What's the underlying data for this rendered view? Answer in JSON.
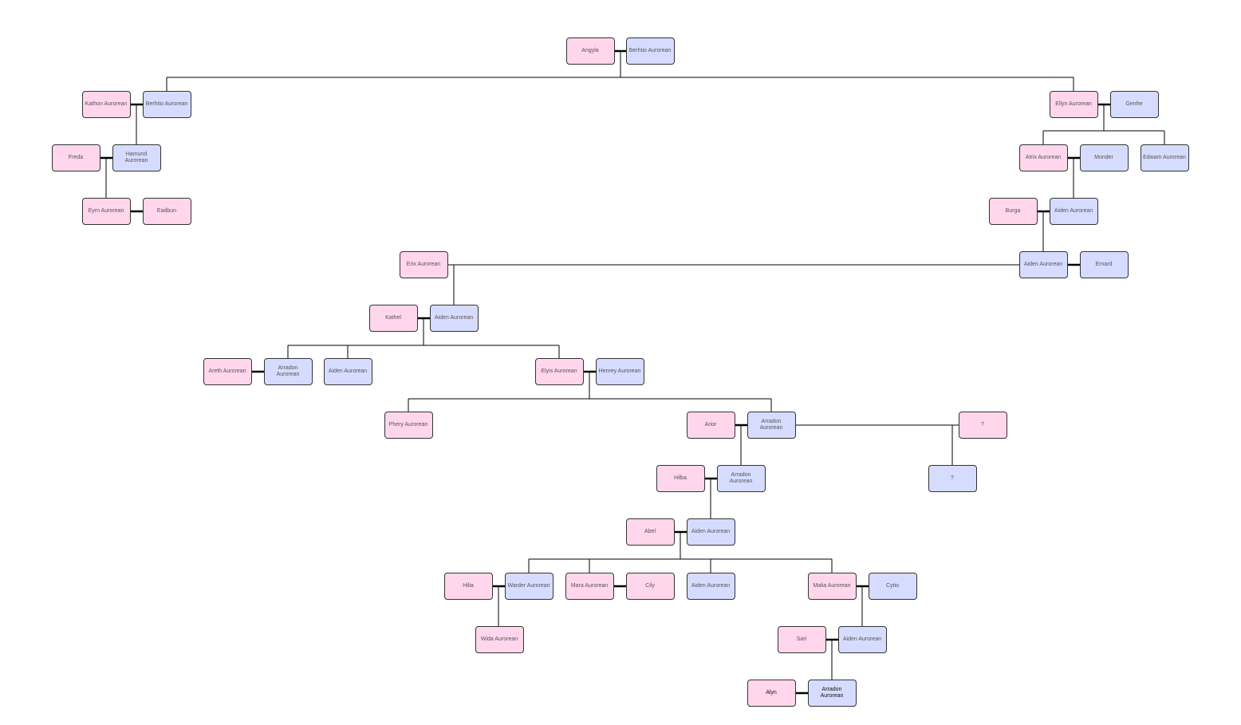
{
  "colors": {
    "female": "#ffd6ec",
    "male": "#d6dcff",
    "line": "#000000"
  },
  "nodes": [
    {
      "label": "Angyla"
    },
    {
      "label": "Berhtio Aurorean"
    },
    {
      "label": "Kathon Aurorean"
    },
    {
      "label": "Berhtio Aurorean"
    },
    {
      "label": "Ellyn Aurorean"
    },
    {
      "label": "Genfre"
    },
    {
      "label": "Freda"
    },
    {
      "label": "Hamund\nAurorean"
    },
    {
      "label": "Atrix Aurorean"
    },
    {
      "label": "Monder"
    },
    {
      "label": "Edwam Aurorean"
    },
    {
      "label": "Eyrn Aurorean"
    },
    {
      "label": "Eadbun"
    },
    {
      "label": "Burga"
    },
    {
      "label": "Aiden Aurorean"
    },
    {
      "label": "Erix Aurorean"
    },
    {
      "label": "Aiden Aurorean"
    },
    {
      "label": "Ernard"
    },
    {
      "label": "Kathel"
    },
    {
      "label": "Aiden Aurorean"
    },
    {
      "label": "Areth Aurorean"
    },
    {
      "label": "Arradon\nAurorean"
    },
    {
      "label": "Aiden Aurorean"
    },
    {
      "label": "Elyis Aurorean"
    },
    {
      "label": "Henrey Aurorean"
    },
    {
      "label": "Phery Aurorean"
    },
    {
      "label": "Arior"
    },
    {
      "label": "Arradon\nAurorean"
    },
    {
      "label": "?"
    },
    {
      "label": "Hilba"
    },
    {
      "label": "Arradon\nAurorean"
    },
    {
      "label": "?"
    },
    {
      "label": "Abel"
    },
    {
      "label": "Aiden Aurorean"
    },
    {
      "label": "Hilia"
    },
    {
      "label": "Warder Aurorean"
    },
    {
      "label": "Mara Aurorean"
    },
    {
      "label": "Cily"
    },
    {
      "label": "Aiden Aurorean"
    },
    {
      "label": "Malia Aurorean"
    },
    {
      "label": "Cytio"
    },
    {
      "label": "Wida Aurorean"
    },
    {
      "label": "Sari"
    },
    {
      "label": "Aiden Aurorean"
    },
    {
      "label": "Alyn"
    },
    {
      "label": "Arradon\nAurorean"
    }
  ]
}
